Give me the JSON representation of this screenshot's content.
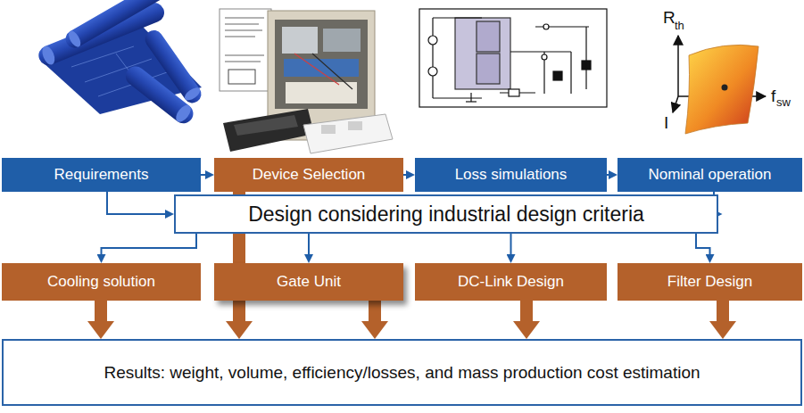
{
  "diagram": {
    "nodes": [
      {
        "text": [
          "Requirements"
        ]
      },
      {
        "text": [
          "Device Selection"
        ]
      },
      {
        "text": [
          "Loss simulations"
        ]
      },
      {
        "text": [
          "Nominal operation"
        ]
      },
      {
        "text": [
          "Design considering industrial design criteria"
        ]
      },
      {
        "text": [
          "Cooling solution"
        ]
      },
      {
        "text": [
          "Gate Unit"
        ]
      },
      {
        "text": [
          "DC-Link Design"
        ]
      },
      {
        "text": [
          "Filter Design"
        ]
      },
      {
        "text": [
          "Results: weight, volume, efficiency/losses, and mass production cost estimation"
        ]
      }
    ],
    "edges": [
      {
        "from": 0,
        "to": 1,
        "arrow": "to"
      },
      {
        "from": 1,
        "to": 2,
        "arrow": "to"
      },
      {
        "from": 2,
        "to": 3,
        "arrow": "to"
      },
      {
        "from": 0,
        "to": 4,
        "arrow": "to"
      },
      {
        "from": 3,
        "to": 4,
        "arrow": "to"
      },
      {
        "from": 4,
        "to": 5,
        "arrow": "to"
      },
      {
        "from": 4,
        "to": 6,
        "arrow": "to"
      },
      {
        "from": 4,
        "to": 7,
        "arrow": "to"
      },
      {
        "from": 4,
        "to": 8,
        "arrow": "to"
      },
      {
        "from": 5,
        "to": 9,
        "arrow": "to"
      },
      {
        "from": 1,
        "to": 9,
        "arrow": "to"
      },
      {
        "from": 6,
        "to": 9,
        "arrow": "to"
      },
      {
        "from": 7,
        "to": 9,
        "arrow": "to"
      },
      {
        "from": 8,
        "to": 9,
        "arrow": "to"
      }
    ],
    "labels": [
      "R",
      "th",
      "f",
      "sw",
      "I"
    ]
  }
}
